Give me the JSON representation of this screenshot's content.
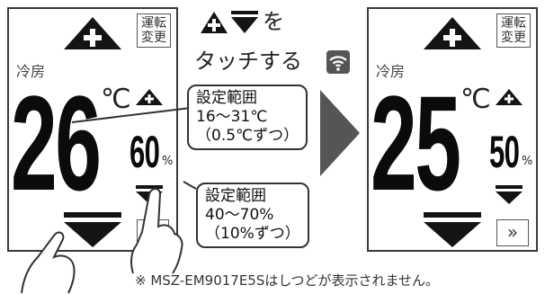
{
  "before_screen": {
    "mode_change_line1": "運転",
    "mode_change_line2": "変更",
    "mode": "冷房",
    "temperature": "26",
    "temp_unit": "℃",
    "humidity": "60",
    "humidity_unit": "%",
    "forward_symbol": "»"
  },
  "after_screen": {
    "mode_change_line1": "運転",
    "mode_change_line2": "変更",
    "mode": "冷房",
    "temperature": "25",
    "temp_unit": "℃",
    "humidity": "50",
    "humidity_unit": "%",
    "forward_symbol": "»"
  },
  "callout_temperature": {
    "line1": "設定範囲",
    "line2": "16～31℃",
    "line3": "（0.5℃ずつ）"
  },
  "callout_humidity": {
    "line1": "設定範囲",
    "line2": "40～70%",
    "line3": "（10%ずつ）"
  },
  "instruction": {
    "line1_suffix": "を",
    "line2": "タッチする"
  },
  "note": "※ MSZ-EM9017E5Sはしつどが表示されません。",
  "colors": {
    "triangle": "#141414",
    "arrow": "#555555",
    "border": "#3a3a3a"
  }
}
